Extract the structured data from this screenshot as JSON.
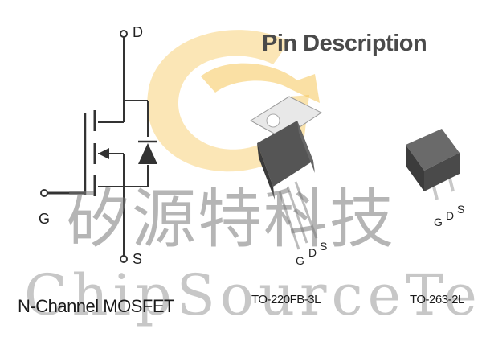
{
  "title": "Pin Description",
  "symbol": {
    "caption": "N-Channel MOSFET",
    "pins": {
      "drain": "D",
      "gate": "G",
      "source": "S"
    }
  },
  "packages": [
    {
      "name": "TO-220FB-3L",
      "pins": [
        "G",
        "D",
        "S"
      ]
    },
    {
      "name": "TO-263-2L",
      "pins": [
        "G",
        "D",
        "S"
      ]
    }
  ],
  "watermark": {
    "chinese": "矽源特科技",
    "english": "ChipSourceTek",
    "logo_color": "#f5c24a"
  }
}
